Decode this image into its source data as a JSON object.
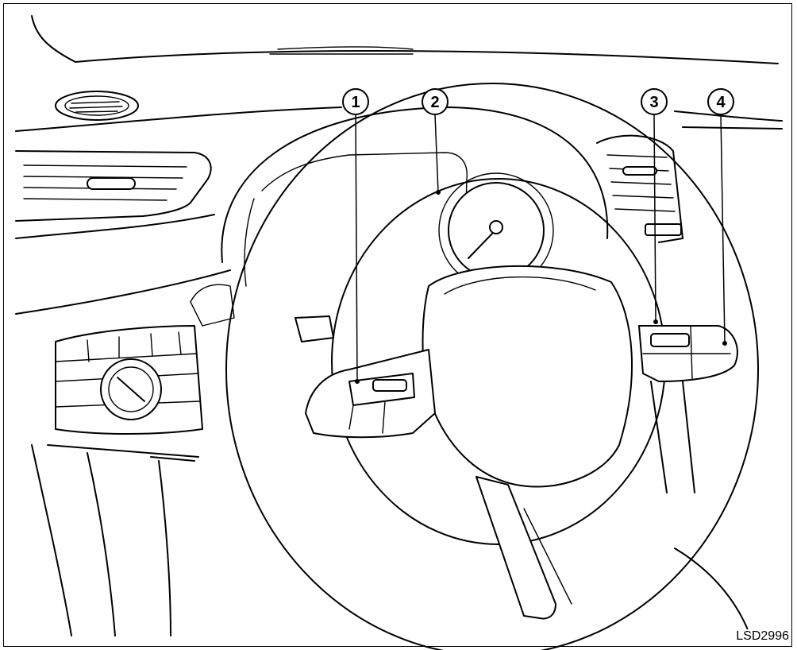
{
  "callouts": [
    {
      "id": "1"
    },
    {
      "id": "2"
    },
    {
      "id": "3"
    },
    {
      "id": "4"
    }
  ],
  "reference_code": "LSD2996",
  "colors": {
    "line": "#000000",
    "background": "#ffffff"
  }
}
